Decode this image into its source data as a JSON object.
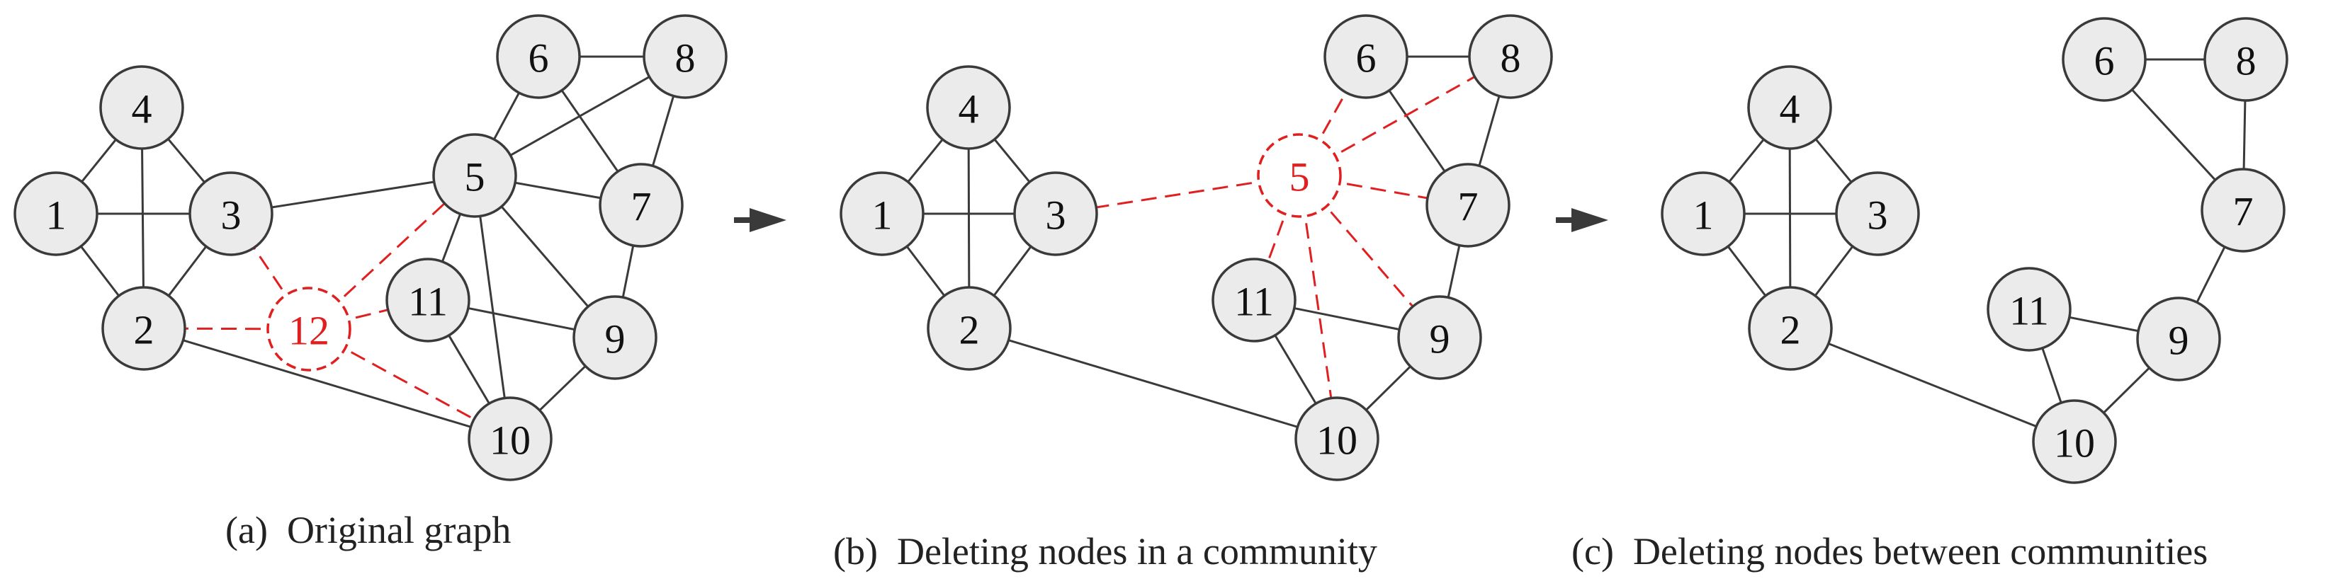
{
  "panels": [
    {
      "id": "a",
      "caption_prefix": "(a)",
      "caption_text": "Original graph",
      "nodes": [
        {
          "label": "1",
          "deleted": false
        },
        {
          "label": "2",
          "deleted": false
        },
        {
          "label": "3",
          "deleted": false
        },
        {
          "label": "4",
          "deleted": false
        },
        {
          "label": "5",
          "deleted": false
        },
        {
          "label": "6",
          "deleted": false
        },
        {
          "label": "7",
          "deleted": false
        },
        {
          "label": "8",
          "deleted": false
        },
        {
          "label": "9",
          "deleted": false
        },
        {
          "label": "10",
          "deleted": false
        },
        {
          "label": "11",
          "deleted": false
        },
        {
          "label": "12",
          "deleted": true
        }
      ],
      "edges": [
        {
          "from": "1",
          "to": "4",
          "deleted": false
        },
        {
          "from": "1",
          "to": "3",
          "deleted": false
        },
        {
          "from": "1",
          "to": "2",
          "deleted": false
        },
        {
          "from": "4",
          "to": "3",
          "deleted": false
        },
        {
          "from": "4",
          "to": "2",
          "deleted": false
        },
        {
          "from": "3",
          "to": "2",
          "deleted": false
        },
        {
          "from": "3",
          "to": "5",
          "deleted": false
        },
        {
          "from": "2",
          "to": "10",
          "deleted": false
        },
        {
          "from": "5",
          "to": "6",
          "deleted": false
        },
        {
          "from": "5",
          "to": "8",
          "deleted": false
        },
        {
          "from": "5",
          "to": "7",
          "deleted": false
        },
        {
          "from": "5",
          "to": "11",
          "deleted": false
        },
        {
          "from": "5",
          "to": "9",
          "deleted": false
        },
        {
          "from": "5",
          "to": "10",
          "deleted": false
        },
        {
          "from": "6",
          "to": "8",
          "deleted": false
        },
        {
          "from": "6",
          "to": "7",
          "deleted": false
        },
        {
          "from": "8",
          "to": "7",
          "deleted": false
        },
        {
          "from": "7",
          "to": "9",
          "deleted": false
        },
        {
          "from": "11",
          "to": "9",
          "deleted": false
        },
        {
          "from": "11",
          "to": "10",
          "deleted": false
        },
        {
          "from": "9",
          "to": "10",
          "deleted": false
        },
        {
          "from": "12",
          "to": "2",
          "deleted": true
        },
        {
          "from": "12",
          "to": "3",
          "deleted": true
        },
        {
          "from": "12",
          "to": "5",
          "deleted": true
        },
        {
          "from": "12",
          "to": "11",
          "deleted": true
        },
        {
          "from": "12",
          "to": "10",
          "deleted": true
        }
      ]
    },
    {
      "id": "b",
      "caption_prefix": "(b)",
      "caption_text": "Deleting nodes in a community",
      "nodes": [
        {
          "label": "1",
          "deleted": false
        },
        {
          "label": "2",
          "deleted": false
        },
        {
          "label": "3",
          "deleted": false
        },
        {
          "label": "4",
          "deleted": false
        },
        {
          "label": "5",
          "deleted": true
        },
        {
          "label": "6",
          "deleted": false
        },
        {
          "label": "7",
          "deleted": false
        },
        {
          "label": "8",
          "deleted": false
        },
        {
          "label": "9",
          "deleted": false
        },
        {
          "label": "10",
          "deleted": false
        },
        {
          "label": "11",
          "deleted": false
        }
      ],
      "edges": [
        {
          "from": "1",
          "to": "4",
          "deleted": false
        },
        {
          "from": "1",
          "to": "3",
          "deleted": false
        },
        {
          "from": "1",
          "to": "2",
          "deleted": false
        },
        {
          "from": "4",
          "to": "3",
          "deleted": false
        },
        {
          "from": "4",
          "to": "2",
          "deleted": false
        },
        {
          "from": "3",
          "to": "2",
          "deleted": false
        },
        {
          "from": "2",
          "to": "10",
          "deleted": false
        },
        {
          "from": "6",
          "to": "8",
          "deleted": false
        },
        {
          "from": "6",
          "to": "7",
          "deleted": false
        },
        {
          "from": "8",
          "to": "7",
          "deleted": false
        },
        {
          "from": "7",
          "to": "9",
          "deleted": false
        },
        {
          "from": "11",
          "to": "9",
          "deleted": false
        },
        {
          "from": "11",
          "to": "10",
          "deleted": false
        },
        {
          "from": "9",
          "to": "10",
          "deleted": false
        },
        {
          "from": "5",
          "to": "3",
          "deleted": true
        },
        {
          "from": "5",
          "to": "6",
          "deleted": true
        },
        {
          "from": "5",
          "to": "8",
          "deleted": true
        },
        {
          "from": "5",
          "to": "7",
          "deleted": true
        },
        {
          "from": "5",
          "to": "11",
          "deleted": true
        },
        {
          "from": "5",
          "to": "9",
          "deleted": true
        },
        {
          "from": "5",
          "to": "10",
          "deleted": true
        }
      ]
    },
    {
      "id": "c",
      "caption_prefix": "(c)",
      "caption_text": "Deleting nodes between communities",
      "nodes": [
        {
          "label": "1",
          "deleted": false
        },
        {
          "label": "2",
          "deleted": false
        },
        {
          "label": "3",
          "deleted": false
        },
        {
          "label": "4",
          "deleted": false
        },
        {
          "label": "6",
          "deleted": false
        },
        {
          "label": "7",
          "deleted": false
        },
        {
          "label": "8",
          "deleted": false
        },
        {
          "label": "9",
          "deleted": false
        },
        {
          "label": "10",
          "deleted": false
        },
        {
          "label": "11",
          "deleted": false
        }
      ],
      "edges": [
        {
          "from": "1",
          "to": "4",
          "deleted": false
        },
        {
          "from": "1",
          "to": "3",
          "deleted": false
        },
        {
          "from": "1",
          "to": "2",
          "deleted": false
        },
        {
          "from": "4",
          "to": "3",
          "deleted": false
        },
        {
          "from": "4",
          "to": "2",
          "deleted": false
        },
        {
          "from": "3",
          "to": "2",
          "deleted": false
        },
        {
          "from": "2",
          "to": "10",
          "deleted": false
        },
        {
          "from": "6",
          "to": "8",
          "deleted": false
        },
        {
          "from": "6",
          "to": "7",
          "deleted": false
        },
        {
          "from": "8",
          "to": "7",
          "deleted": false
        },
        {
          "from": "7",
          "to": "9",
          "deleted": false
        },
        {
          "from": "11",
          "to": "9",
          "deleted": false
        },
        {
          "from": "11",
          "to": "10",
          "deleted": false
        },
        {
          "from": "9",
          "to": "10",
          "deleted": false
        }
      ]
    }
  ],
  "colors": {
    "node_fill": "#ebebeb",
    "node_stroke": "#3a3a3a",
    "deleted": "#e02020",
    "arrow": "#3a3a3a"
  }
}
